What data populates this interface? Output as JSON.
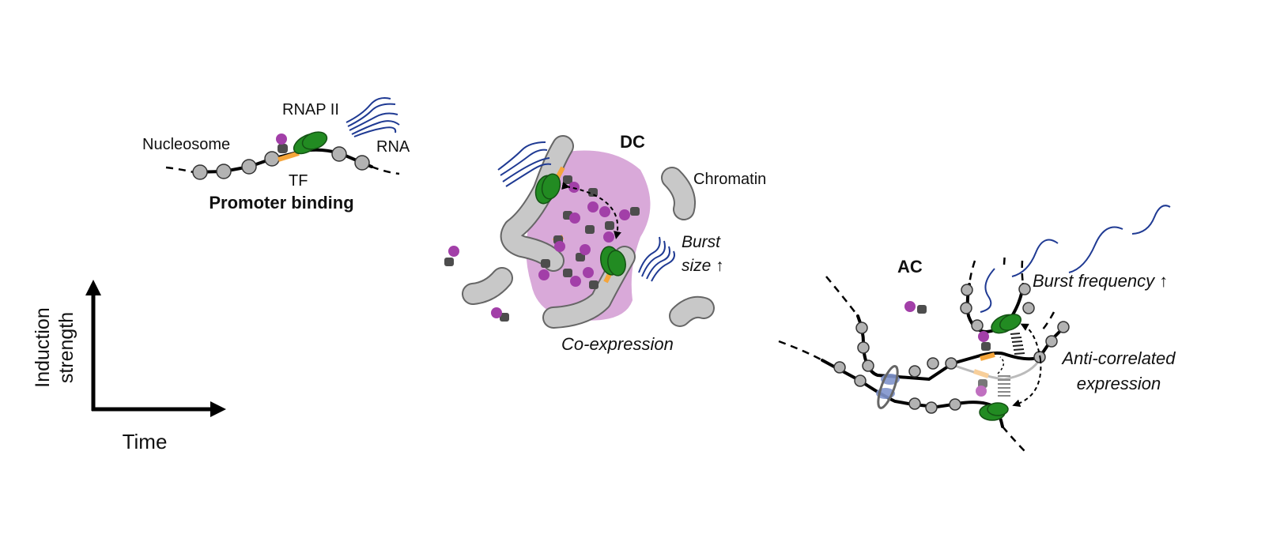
{
  "panel_promoter": {
    "rnap_label": "RNAP II",
    "nucleosome_label": "Nucleosome",
    "rna_label": "RNA",
    "tf_label": "TF",
    "title": "Promoter binding"
  },
  "axes": {
    "y_label_line1": "Induction",
    "y_label_line2": "strength",
    "x_label": "Time"
  },
  "panel_dc": {
    "title": "DC",
    "chromatin_label": "Chromatin",
    "burst_line1": "Burst",
    "burst_line2": "size ↑",
    "caption": "Co-expression"
  },
  "panel_ac": {
    "title": "AC",
    "burst_label": "Burst frequency ↑",
    "caption_line1": "Anti-correlated",
    "caption_line2": "expression"
  },
  "colors": {
    "condensate": "#d9a9d9",
    "rnap": "#228b22",
    "tf_activator": "#a23fa8",
    "tf_binding_site": "#f5a53a",
    "rna": "#1f3a93",
    "nucleosome": "#b3b3b3",
    "cohesin": "#7f93cc"
  }
}
